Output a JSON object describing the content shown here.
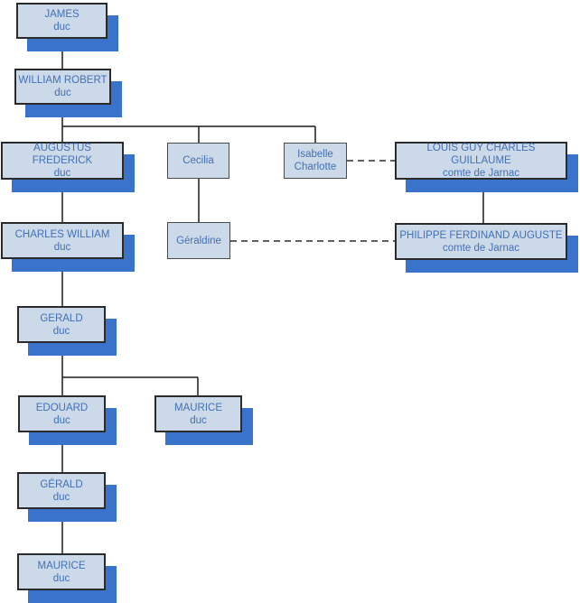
{
  "diagram": {
    "type": "family-tree",
    "nodes": [
      {
        "name": "JAMES",
        "title": "duc"
      },
      {
        "name": "WILLIAM ROBERT",
        "title": "duc"
      },
      {
        "name": "AUGUSTUS FREDERICK",
        "title": "duc"
      },
      {
        "name": "Cecilia",
        "title": ""
      },
      {
        "name": "Isabelle Charlotte",
        "title": ""
      },
      {
        "name": "LOUIS GUY CHARLES GUILLAUME",
        "title": "comte de Jarnac"
      },
      {
        "name": "CHARLES WILLIAM",
        "title": "duc"
      },
      {
        "name": "Géraldine",
        "title": ""
      },
      {
        "name": "PHILIPPE FERDINAND AUGUSTE",
        "title": "comte de Jarnac"
      },
      {
        "name": "GERALD",
        "title": "duc"
      },
      {
        "name": "EDOUARD",
        "title": "duc"
      },
      {
        "name": "MAURICE",
        "title": "duc"
      },
      {
        "name": "GÉRALD",
        "title": "duc"
      },
      {
        "name": "MAURICE",
        "title": "duc"
      }
    ],
    "colors": {
      "box_fill": "#ccd9e8",
      "box_border": "#2b2b2b",
      "plain_border": "#4a4a4a",
      "shadow_blue": "#3a73cb",
      "text_blue": "#4170b8",
      "connector": "#1a1a1a"
    }
  }
}
